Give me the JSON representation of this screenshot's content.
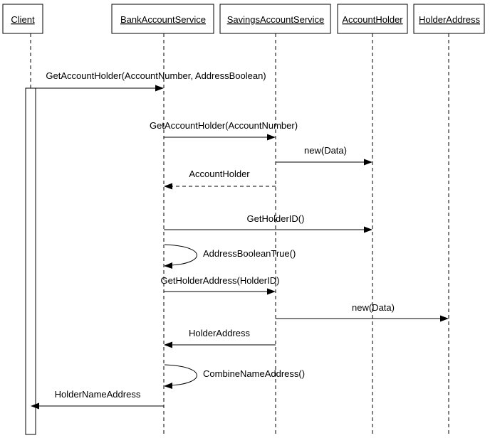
{
  "participants": [
    {
      "id": "client",
      "label": "Client"
    },
    {
      "id": "bank",
      "label": "BankAccountService"
    },
    {
      "id": "savings",
      "label": "SavingsAccountService"
    },
    {
      "id": "holder",
      "label": "AccountHolder"
    },
    {
      "id": "address",
      "label": "HolderAddress"
    }
  ],
  "messages": [
    {
      "from": "client",
      "to": "bank",
      "label": "GetAccountHolder(AccountNumber, AddressBoolean)",
      "style": "solid"
    },
    {
      "from": "bank",
      "to": "savings",
      "label": "GetAccountHolder(AccountNumber)",
      "style": "solid"
    },
    {
      "from": "savings",
      "to": "holder",
      "label": "new(Data)",
      "style": "solid"
    },
    {
      "from": "savings",
      "to": "bank",
      "label": "AccountHolder",
      "style": "dashed"
    },
    {
      "from": "bank",
      "to": "holder",
      "label": "GetHolderID()",
      "style": "solid"
    },
    {
      "from": "bank",
      "to": "bank",
      "label": "AddressBooleanTrue()",
      "style": "solid"
    },
    {
      "from": "bank",
      "to": "savings",
      "label": "GetHolderAddress(HolderID)",
      "style": "solid"
    },
    {
      "from": "savings",
      "to": "address",
      "label": "new(Data)",
      "style": "solid"
    },
    {
      "from": "savings",
      "to": "bank",
      "label": "HolderAddress",
      "style": "solid"
    },
    {
      "from": "bank",
      "to": "bank",
      "label": "CombineNameAddress()",
      "style": "solid"
    },
    {
      "from": "bank",
      "to": "client",
      "label": "HolderNameAddress",
      "style": "solid"
    }
  ]
}
